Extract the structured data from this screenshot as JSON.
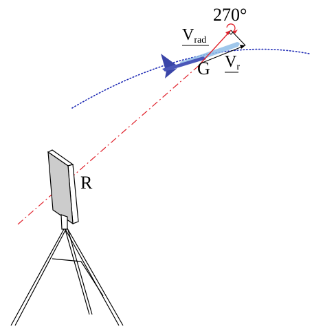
{
  "labels": {
    "angle": "270°",
    "v_rad_main": "V",
    "v_rad_sub": "rad",
    "target": "G",
    "v_r_main": "V",
    "v_r_sub": "r",
    "radar": "R"
  },
  "colors": {
    "trajectory": "#1f2bb5",
    "line_of_sight": "#e0202a",
    "radial_vector": "#e0202a",
    "angle_arc": "#e0202a",
    "missile_body": "#4a56b8",
    "missile_fin": "#3a45a8",
    "plume": "#8fbde8",
    "radar_panel": "#cccccc",
    "ink": "#000000"
  },
  "icons": {
    "target": "missile-icon",
    "radar": "radar-on-tripod-icon"
  }
}
